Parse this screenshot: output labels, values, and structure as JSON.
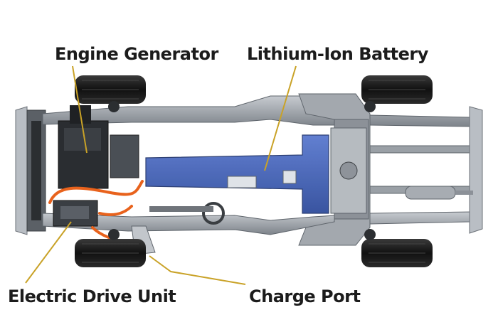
{
  "labels": {
    "engine_generator": "Engine Generator",
    "battery": "Lithium-Ion Battery",
    "drive_unit": "Electric Drive Unit",
    "charge_port": "Charge Port"
  },
  "colors": {
    "leader_line": "#c9a227",
    "battery_fill": "#3f5fb5",
    "frame": "#9aa0a6",
    "tire": "#1d1d1d",
    "orange_cable": "#e8621c",
    "label_text": "#1c1c1c"
  }
}
